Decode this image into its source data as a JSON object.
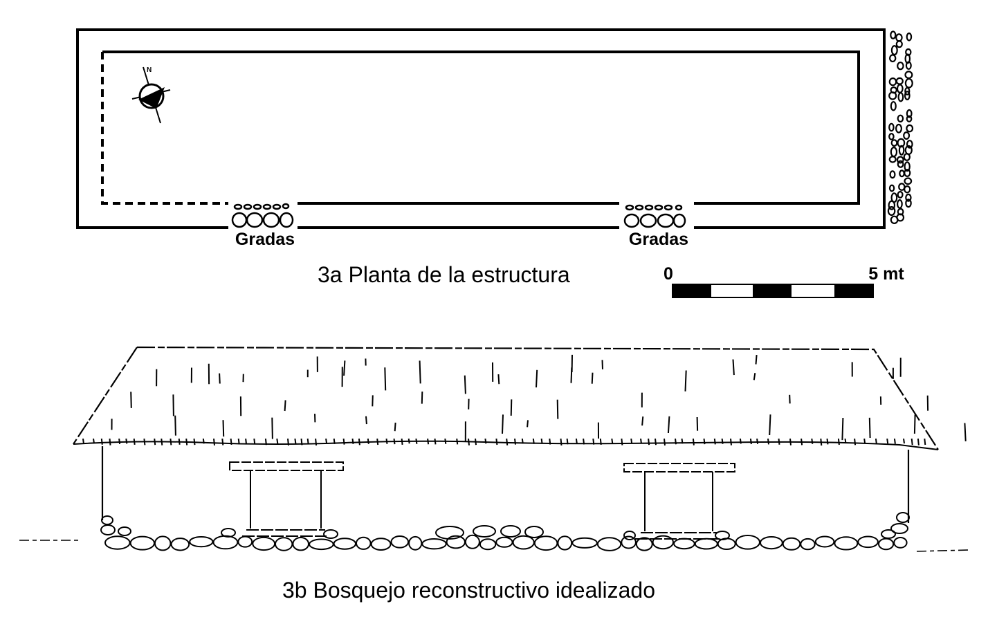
{
  "plan": {
    "north_label": "N",
    "stairs_left_label": "Gradas",
    "stairs_right_label": "Gradas",
    "caption": "3a  Planta de la estructura"
  },
  "scale_bar": {
    "start_label": "0",
    "end_label": "5 mt",
    "segments": 5
  },
  "elevation": {
    "caption": "3b  Bosquejo reconstructivo idealizado"
  }
}
